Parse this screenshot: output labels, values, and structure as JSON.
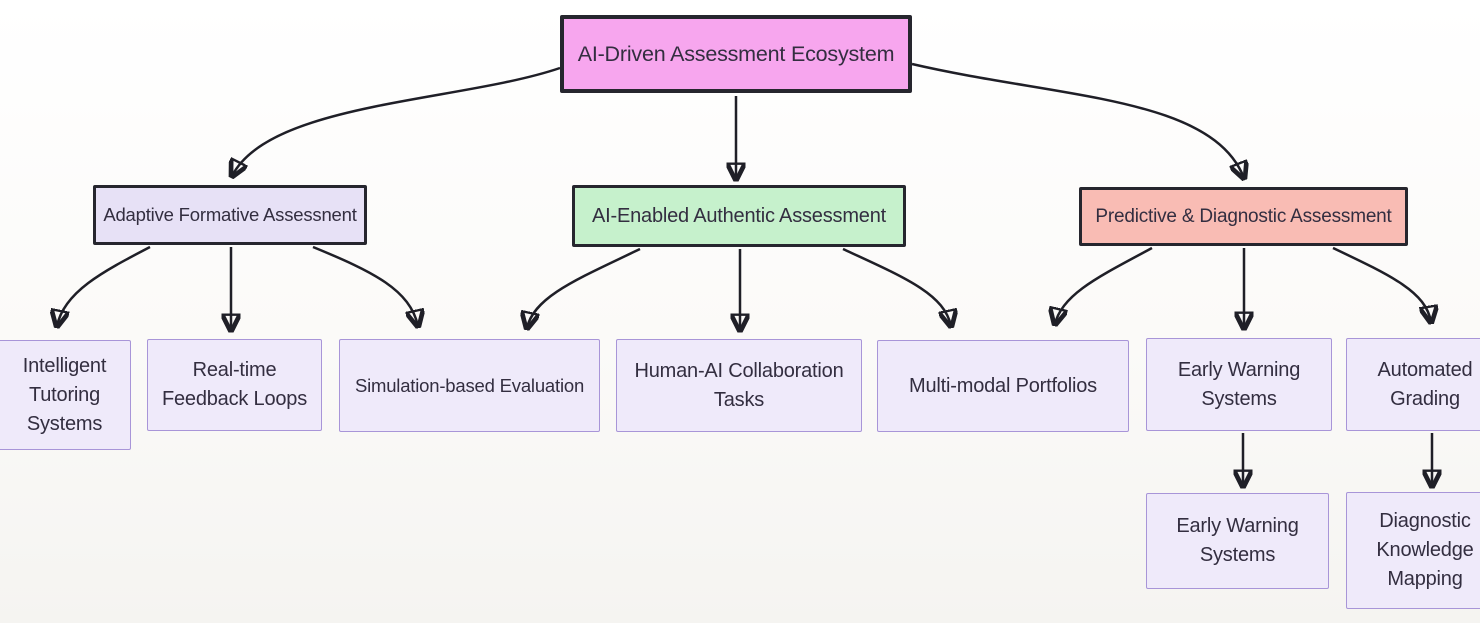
{
  "diagram_title": "AI-Driven Assessment Ecosystem",
  "colors": {
    "root_fill": "#f7a6ee",
    "adaptive_fill": "#e7e1f6",
    "authentic_fill": "#c6f1cc",
    "predictive_fill": "#f9bcb4",
    "leaf_fill": "#efeafa",
    "leaf_border": "#a895d8",
    "dark_border": "#26262e",
    "edge_color": "#1f1f27"
  },
  "nodes": {
    "root": {
      "label": "AI-Driven Assessment Ecosystem"
    },
    "adaptive": {
      "label": "Adaptive Formative Assessnent"
    },
    "authentic": {
      "label": "AI-Enabled Authentic Assessment"
    },
    "predictive": {
      "label": "Predictive & Diagnostic Assessment"
    },
    "intelligent_tutoring": {
      "label": "Intelligent\nTutoring\nSystems"
    },
    "realtime_feedback": {
      "label": "Real-time\nFeedback Loops"
    },
    "simulation_eval": {
      "label": "Simulation-based Evaluation"
    },
    "human_ai_tasks": {
      "label": "Human-AI Collaboration\nTasks"
    },
    "multimodal_portfolios": {
      "label": "Multi-modal Portfolios"
    },
    "early_warning_mid": {
      "label": "Early Warning\nSystems"
    },
    "automated_grading": {
      "label": "Automated\nGrading"
    },
    "early_warning_leaf": {
      "label": "Early Warning\nSystems"
    },
    "diagnostic_mapping": {
      "label": "Diagnostic\nKnowledge\nMapping"
    }
  },
  "edges": [
    {
      "from": "root",
      "to": "adaptive"
    },
    {
      "from": "root",
      "to": "authentic"
    },
    {
      "from": "root",
      "to": "predictive"
    },
    {
      "from": "adaptive",
      "to": "intelligent_tutoring"
    },
    {
      "from": "adaptive",
      "to": "realtime_feedback"
    },
    {
      "from": "adaptive",
      "to": "simulation_eval"
    },
    {
      "from": "authentic",
      "to": "simulation_eval"
    },
    {
      "from": "authentic",
      "to": "human_ai_tasks"
    },
    {
      "from": "authentic",
      "to": "multimodal_portfolios"
    },
    {
      "from": "predictive",
      "to": "multimodal_portfolios"
    },
    {
      "from": "predictive",
      "to": "early_warning_mid"
    },
    {
      "from": "predictive",
      "to": "automated_grading"
    },
    {
      "from": "early_warning_mid",
      "to": "early_warning_leaf"
    },
    {
      "from": "automated_grading",
      "to": "diagnostic_mapping"
    }
  ]
}
